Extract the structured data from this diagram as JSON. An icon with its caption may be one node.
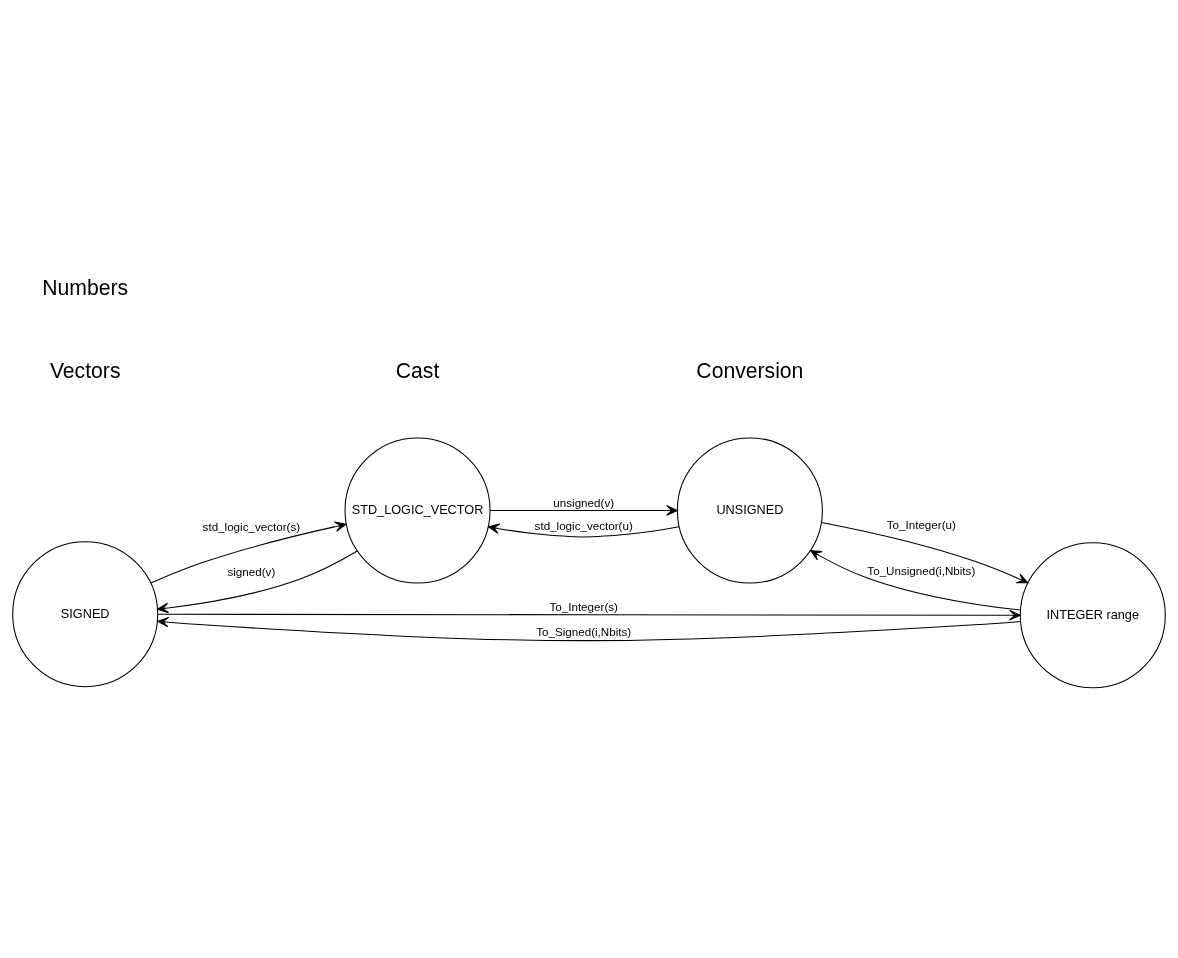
{
  "diagram": {
    "nodes": [
      {
        "text": [
          "SIGNED"
        ]
      },
      {
        "text": [
          "STD_LOGIC_VECTOR"
        ]
      },
      {
        "text": [
          "INTEGER range"
        ]
      },
      {
        "text": [
          "UNSIGNED"
        ]
      }
    ],
    "edges": [
      {
        "from": 0,
        "to": 1,
        "arrow": "to",
        "label": "std_logic_vector(s)"
      },
      {
        "from": 1,
        "to": 0,
        "arrow": "to",
        "label": "signed(v)"
      },
      {
        "from": 0,
        "to": 2,
        "arrow": "to",
        "label": "To_Integer(s)"
      },
      {
        "from": 2,
        "to": 0,
        "arrow": "to",
        "label": "To_Signed(i,Nbits)"
      },
      {
        "from": 1,
        "to": 3,
        "arrow": "to",
        "label": "unsigned(v)"
      },
      {
        "from": 3,
        "to": 1,
        "arrow": "to",
        "label": "std_logic_vector(u)"
      },
      {
        "from": 3,
        "to": 2,
        "arrow": "to",
        "label": "To_Integer(u)"
      },
      {
        "from": 2,
        "to": 3,
        "arrow": "to",
        "label": "To_Unsigned(i,Nbits)"
      }
    ],
    "labels": [
      "Vectors",
      "Cast",
      "Conversion",
      "Numbers"
    ]
  }
}
